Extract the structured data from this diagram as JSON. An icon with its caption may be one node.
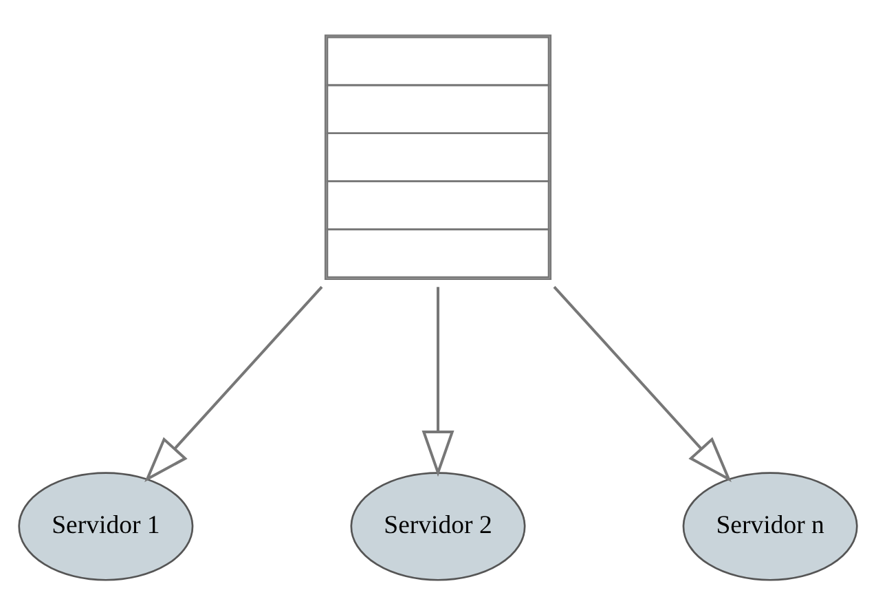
{
  "diagram": {
    "nodes": [
      {
        "text": [],
        "shape": "box"
      },
      {
        "text": [
          "Servidor 1"
        ]
      },
      {
        "text": [
          "Servidor 2"
        ]
      },
      {
        "text": [
          "Servidor n"
        ]
      }
    ],
    "edges": [
      {
        "from": 0,
        "to": 1,
        "arrow": "to"
      },
      {
        "from": 0,
        "to": 2,
        "arrow": "to"
      },
      {
        "from": 0,
        "to": 3,
        "arrow": "to"
      }
    ]
  }
}
